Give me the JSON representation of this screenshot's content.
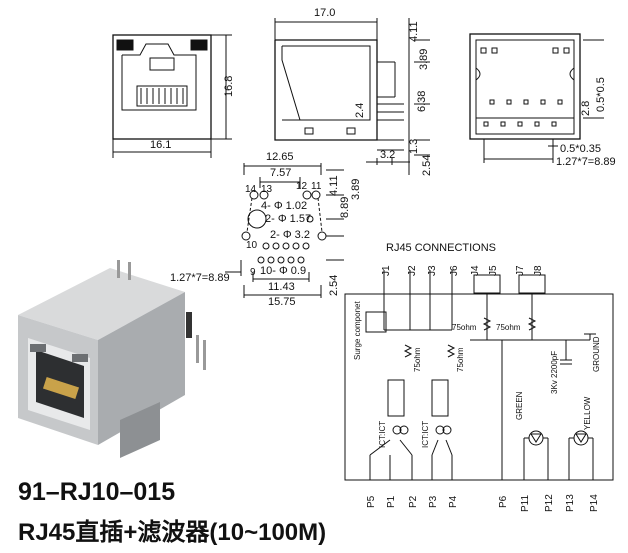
{
  "drawing": {
    "front_view": {
      "width": "16.1",
      "height": "16.8"
    },
    "side_view": {
      "length": "17.0",
      "dims": [
        "4.11",
        "3.89",
        "2.4",
        "6.38",
        "1.3",
        "2.54",
        "3.2"
      ]
    },
    "right_view": {
      "dims": [
        "0.5*0.5",
        "2.8",
        "0.5*0.35",
        "1.27*7=8.89"
      ]
    },
    "footprint": {
      "top_dims": [
        "12.65",
        "7.57"
      ],
      "hole_labels": [
        "4- Φ 1.02",
        "2- Φ 1.57",
        "2- Φ 3.2",
        "10- Φ 0.9"
      ],
      "right_dims": [
        "4.11",
        "8.89",
        "3.89"
      ],
      "bottom_dims": [
        "11.43",
        "15.75"
      ],
      "left_dim": "1.27*7=8.89",
      "bottom_right_dim": "2.54",
      "pin_numbers": [
        "14",
        "13",
        "12",
        "11",
        "10",
        "9"
      ]
    }
  },
  "schematic": {
    "title": "RJ45 CONNECTIONS",
    "jacks": [
      "J1",
      "J2",
      "J3",
      "J6",
      "J4",
      "J5",
      "J7",
      "J8"
    ],
    "surge_label": "Surge componet",
    "resistors": [
      "75ohm",
      "75ohm",
      "75ohm",
      "75ohm"
    ],
    "cap_label": "3Kv 2200pF",
    "ground_label": "GROUND",
    "transformer_labels": [
      "ICT:ICT",
      "ICT:ICT"
    ],
    "led_labels": [
      "GREEN",
      "YELLOW"
    ],
    "pins": [
      "P5",
      "P1",
      "P2",
      "P3",
      "P4",
      "P6",
      "P11",
      "P12",
      "P13",
      "P14"
    ]
  },
  "title": {
    "model": "91–RJ10–015",
    "description": "RJ45直插+滤波器(10~100M)"
  }
}
